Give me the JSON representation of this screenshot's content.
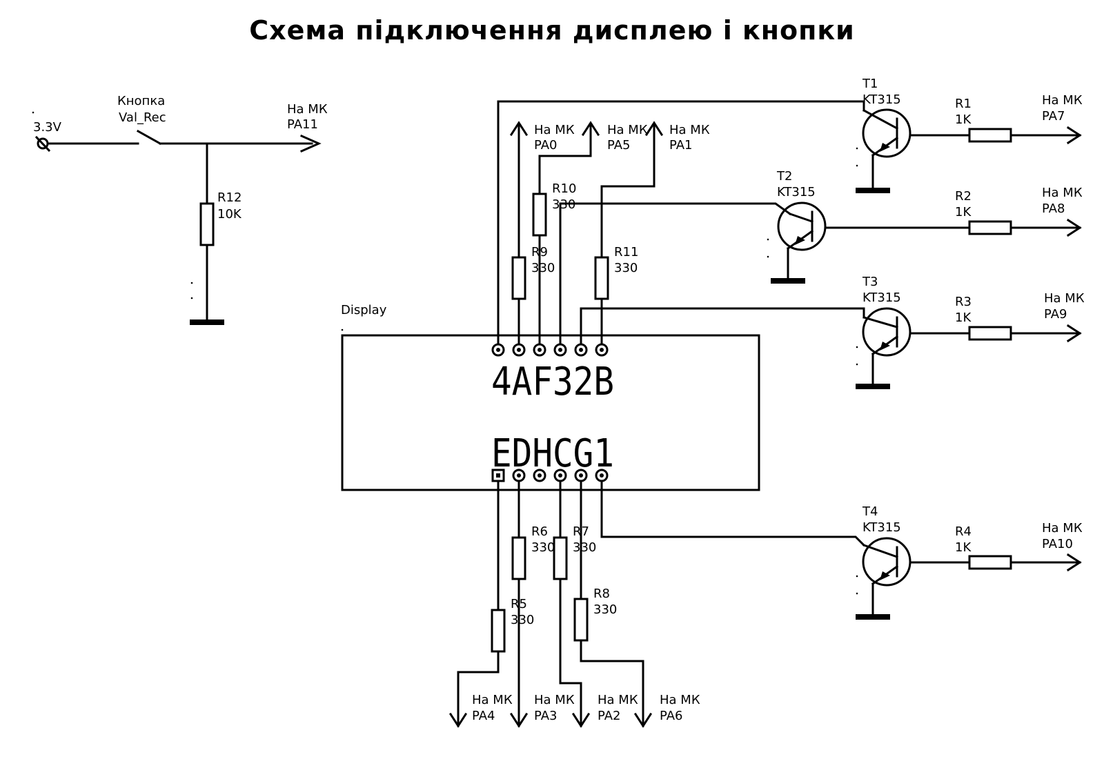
{
  "title": "Схема підключення дисплею і кнопки",
  "power": {
    "voltage": "3.3V"
  },
  "button": {
    "line1": "Кнопка",
    "line2": "Val_Rec"
  },
  "mcu_prefix": "На МК",
  "ports": {
    "pa11": "PA11",
    "pa0": "PA0",
    "pa5": "PA5",
    "pa1": "PA1",
    "pa7": "PA7",
    "pa8": "PA8",
    "pa9": "PA9",
    "pa10": "PA10",
    "pa4": "PA4",
    "pa3": "PA3",
    "pa2": "PA2",
    "pa6": "PA6"
  },
  "resistors": {
    "r12": {
      "name": "R12",
      "value": "10K"
    },
    "r10": {
      "name": "R10",
      "value": "330"
    },
    "r9": {
      "name": "R9",
      "value": "330"
    },
    "r11": {
      "name": "R11",
      "value": "330"
    },
    "r6": {
      "name": "R6",
      "value": "330"
    },
    "r7": {
      "name": "R7",
      "value": "330"
    },
    "r5": {
      "name": "R5",
      "value": "330"
    },
    "r8": {
      "name": "R8",
      "value": "330"
    },
    "r1": {
      "name": "R1",
      "value": "1K"
    },
    "r2": {
      "name": "R2",
      "value": "1K"
    },
    "r3": {
      "name": "R3",
      "value": "1K"
    },
    "r4": {
      "name": "R4",
      "value": "1K"
    }
  },
  "transistors": {
    "t1": {
      "name": "T1",
      "type": "KT315"
    },
    "t2": {
      "name": "T2",
      "type": "KT315"
    },
    "t3": {
      "name": "T3",
      "type": "KT315"
    },
    "t4": {
      "name": "T4",
      "type": "KT315"
    }
  },
  "display": {
    "label": "Display",
    "top_pins": "4AF32B",
    "bottom_pins": "EDHCG1"
  }
}
